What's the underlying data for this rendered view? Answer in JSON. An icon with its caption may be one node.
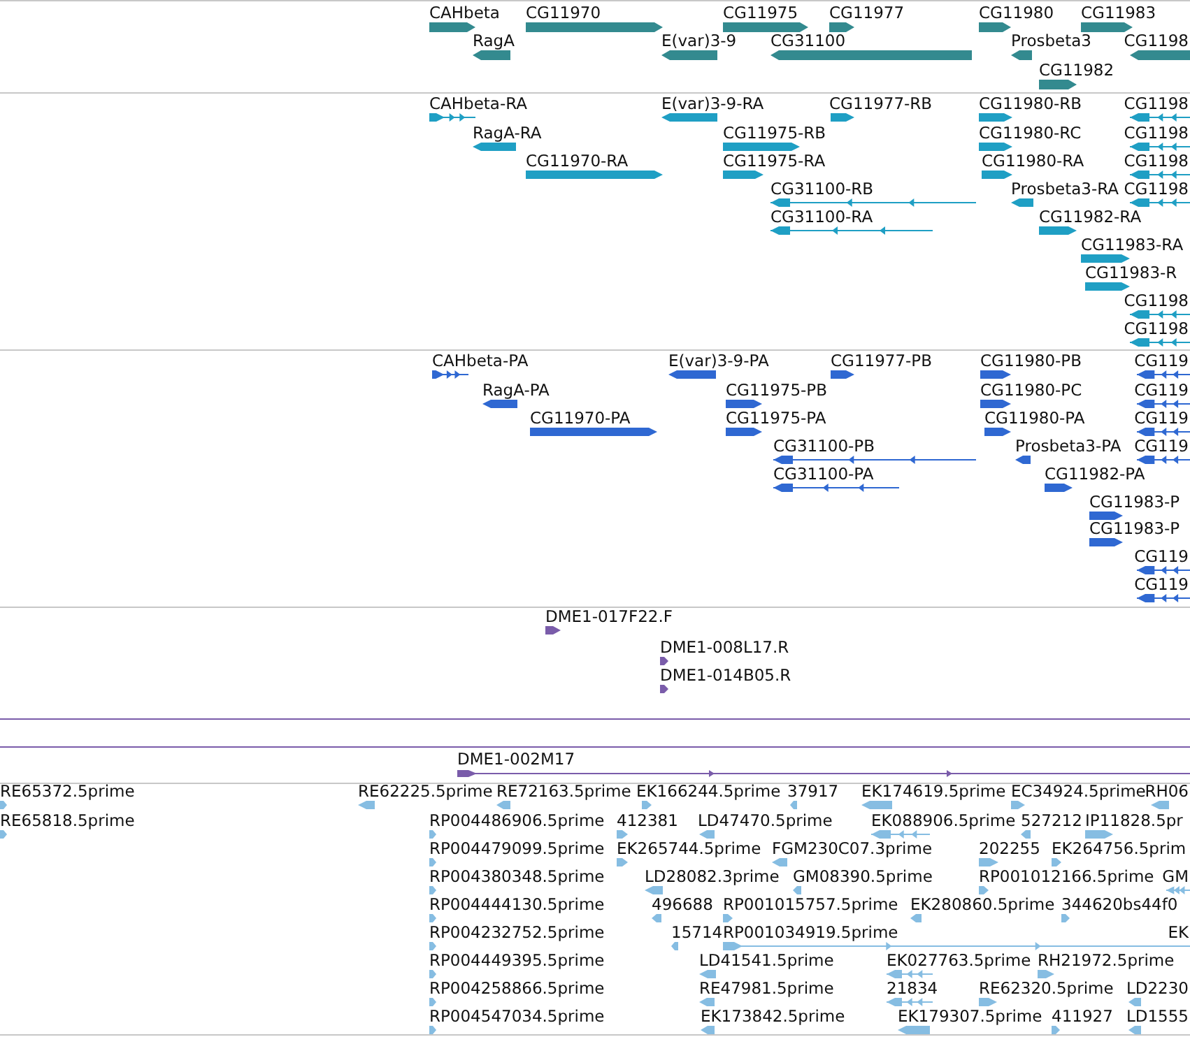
{
  "diagram": {
    "labels": [
      "CAHbeta",
      "CG11970",
      "CG11975",
      "CG11977",
      "CG11980",
      "CG11983",
      "RagA",
      "E(var)3-9",
      "CG31100",
      "Prosbeta3",
      "CG1198",
      "CG11982",
      "CAHbeta-RA",
      "E(var)3-9-RA",
      "CG11977-RB",
      "CG11980-RB",
      "CG1198",
      "RagA-RA",
      "CG11975-RB",
      "CG11980-RC",
      "CG1198",
      "CG11970-RA",
      "CG11975-RA",
      "CG11980-RA",
      "CG1198",
      "CG31100-RB",
      "Prosbeta3-RA",
      "CG1198",
      "CG31100-RA",
      "CG11982-RA",
      "CG11983-RA",
      "CG11983-R",
      "CG1198",
      "CG1198",
      "CAHbeta-PA",
      "E(var)3-9-PA",
      "CG11977-PB",
      "CG11980-PB",
      "CG119",
      "RagA-PA",
      "CG11975-PB",
      "CG11980-PC",
      "CG119",
      "CG11970-PA",
      "CG11975-PA",
      "CG11980-PA",
      "CG119",
      "CG31100-PB",
      "Prosbeta3-PA",
      "CG119",
      "CG31100-PA",
      "CG11982-PA",
      "CG11983-P",
      "CG11983-P",
      "CG119",
      "CG119",
      "DME1-017F22.F",
      "DME1-008L17.R",
      "DME1-014B05.R",
      "DME1-002M17",
      "RE65372.5prime",
      "RE62225.5prime",
      "RE72163.5prime",
      "EK166244.5prime",
      "37917",
      "EK174619.5prime",
      "EC34924.5prime",
      "RH06",
      "RE65818.5prime",
      "RP004486906.5prime",
      "412381",
      "LD47470.5prime",
      "EK088906.5prime",
      "527212",
      "IP11828.5pr",
      "RP004479099.5prime",
      "EK265744.5prime",
      "FGM230C07.3prime",
      "202255",
      "EK264756.5prim",
      "RP004380348.5prime",
      "LD28082.3prime",
      "GM08390.5prime",
      "RP001012166.5prime",
      "GM",
      "RP004444130.5prime",
      "496688",
      "RP001015757.5prime",
      "EK280860.5prime",
      "344620bs44f0",
      "RP004232752.5prime",
      "15714",
      "RP001034919.5prime",
      "EK",
      "RP004449395.5prime",
      "LD41541.5prime",
      "EK027763.5prime",
      "RH21972.5prime",
      "RP004258866.5prime",
      "RE47981.5prime",
      "21834",
      "RE62320.5prime",
      "LD2230",
      "RP004547034.5prime",
      "EK173842.5prime",
      "EK179307.5prime",
      "411927",
      "LD1555"
    ]
  }
}
